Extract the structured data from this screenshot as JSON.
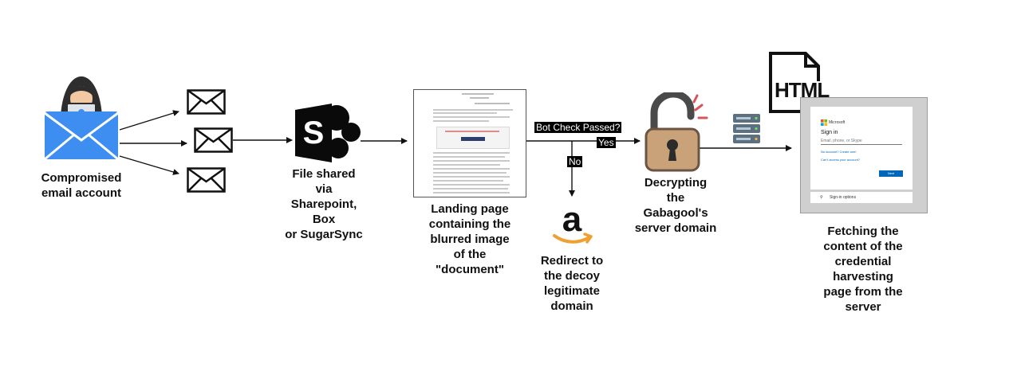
{
  "steps": {
    "compromised": "Compromised\nemail account",
    "file_shared": "File shared\nvia\nSharepoint,\nBox\nor SugarSync",
    "landing": "Landing page\ncontaining the\nblurred image\nof the\n\"document\"",
    "redirect": "Redirect to\nthe decoy\nlegitimate\ndomain",
    "decrypting": "Decrypting\nthe\nGabagool's\nserver domain",
    "fetching": "Fetching the\ncontent of the\ncredential\nharvesting\npage from the\nserver"
  },
  "labels": {
    "bot_check": "Bot Check Passed?",
    "yes": "Yes",
    "no": "No",
    "html": "HTML"
  },
  "login_mock": {
    "brand": "Microsoft",
    "title": "Sign in",
    "input_placeholder": "Email, phone, or Skype",
    "no_account": "No account? Create one!",
    "cant_access": "Can't access your account?",
    "next_button": "Next",
    "sign_in_options": "Sign-in options"
  },
  "icons": {
    "hacker": "hacker-icon",
    "envelope": "envelope-icon",
    "sharepoint": "sharepoint-logo",
    "amazon": "amazon-logo",
    "padlock": "open-padlock-icon",
    "server": "server-icon",
    "html_file": "html-file-icon"
  },
  "colors": {
    "envelope_blue": "#3d8ef0",
    "sharepoint_black": "#0a0a0a",
    "amazon_orange": "#f0a030",
    "lock_body": "#c9a27a",
    "server_blue": "#5b7080"
  }
}
